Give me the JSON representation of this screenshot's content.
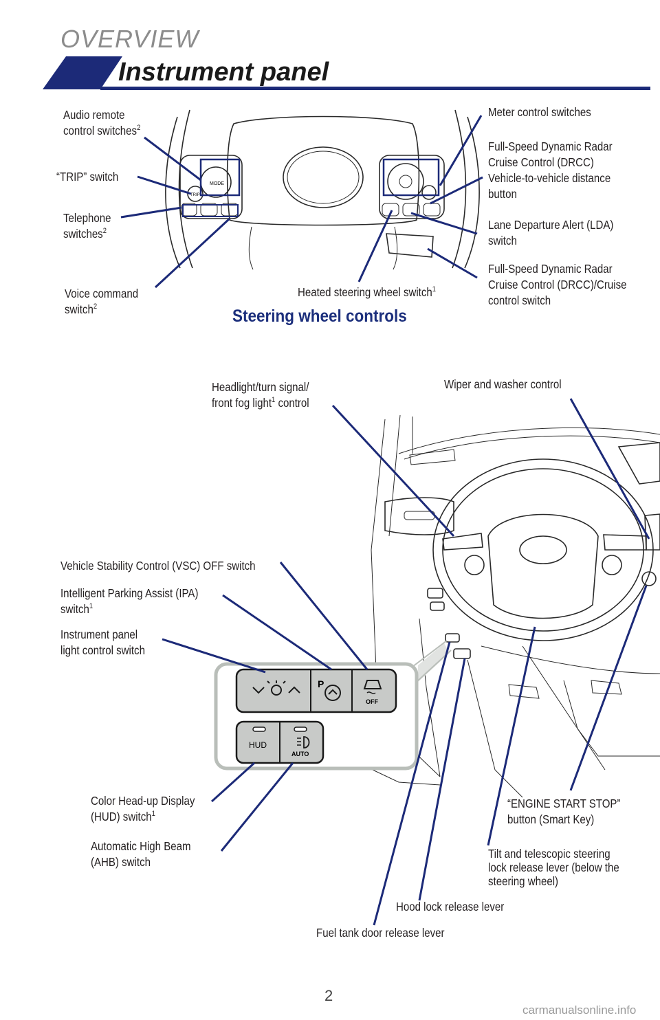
{
  "header": {
    "section": "OVERVIEW",
    "title": "Instrument panel"
  },
  "steering": {
    "subtitle": "Steering wheel controls",
    "labels": {
      "audio_remote": "Audio remote\ncontrol switches",
      "audio_remote_sup": "2",
      "trip": "“TRIP” switch",
      "telephone": "Telephone\nswitches",
      "telephone_sup": "2",
      "voice": "Voice command\nswitch",
      "voice_sup": "2",
      "heated": "Heated steering wheel switch",
      "heated_sup": "1",
      "meter": "Meter control switches",
      "drcc_distance": "Full-Speed Dynamic Radar\nCruise Control (DRCC)\nVehicle-to-vehicle distance\nbutton",
      "lda": "Lane Departure Alert (LDA)\nswitch",
      "drcc_cruise": "Full-Speed Dynamic Radar\nCruise Control (DRCC)/Cruise\ncontrol switch"
    },
    "button_text": {
      "mode": "MODE",
      "trip": "TRIP"
    }
  },
  "dash": {
    "labels": {
      "headlight": "Headlight/turn signal/\nfront fog light",
      "headlight_sup": "1",
      "headlight_tail": " control",
      "wiper": "Wiper and washer control",
      "vsc": "Vehicle Stability Control (VSC) OFF switch",
      "ipa": "Intelligent Parking Assist (IPA)\nswitch",
      "ipa_sup": "1",
      "panel_light": "Instrument panel\nlight control switch",
      "hud": "Color Head-up Display\n(HUD) switch",
      "hud_sup": "1",
      "ahb": "Automatic High Beam\n(AHB) switch",
      "engine": "“ENGINE START STOP”\nbutton (Smart Key)",
      "tilt": "Tilt and telescopic steering\nlock release lever (below the\nsteering wheel)",
      "hood": "Hood lock release lever",
      "fuel": "Fuel tank door release lever"
    },
    "switch_text": {
      "hud": "HUD",
      "auto": "AUTO",
      "off": "OFF",
      "p": "P"
    }
  },
  "footer": {
    "page_number": "2",
    "watermark": "carmanualsonline.info"
  },
  "colors": {
    "accent": "#1c2a78",
    "inset_frame": "#b9beb9",
    "switch_fill": "#c8cac8"
  }
}
